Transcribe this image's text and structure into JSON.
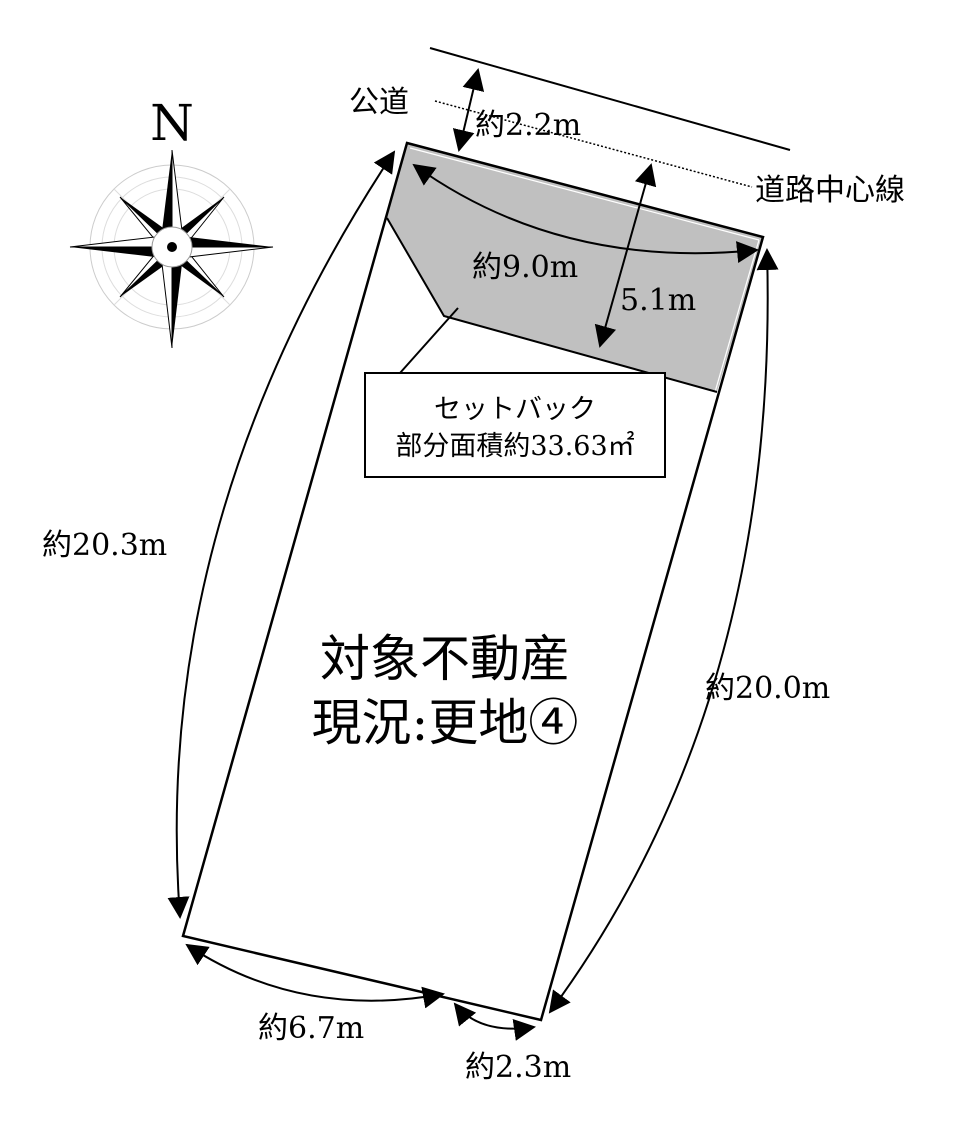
{
  "compass": {
    "north_label": "N"
  },
  "road": {
    "label": "公道",
    "centerline_label": "道路中心線",
    "width_label": "約2.2m"
  },
  "setback": {
    "length_label": "約9.0m",
    "depth_label": "5.1m",
    "callout_line1": "セットバック",
    "callout_line2": "部分面積約33.63㎡",
    "fill_color": "#c0c0c0"
  },
  "property": {
    "title_line1": "対象不動産",
    "title_line2": "現況:更地④"
  },
  "dimensions": {
    "left": "約20.3m",
    "right": "約20.0m",
    "bottom_left": "約6.7m",
    "bottom_right": "約2.3m"
  }
}
